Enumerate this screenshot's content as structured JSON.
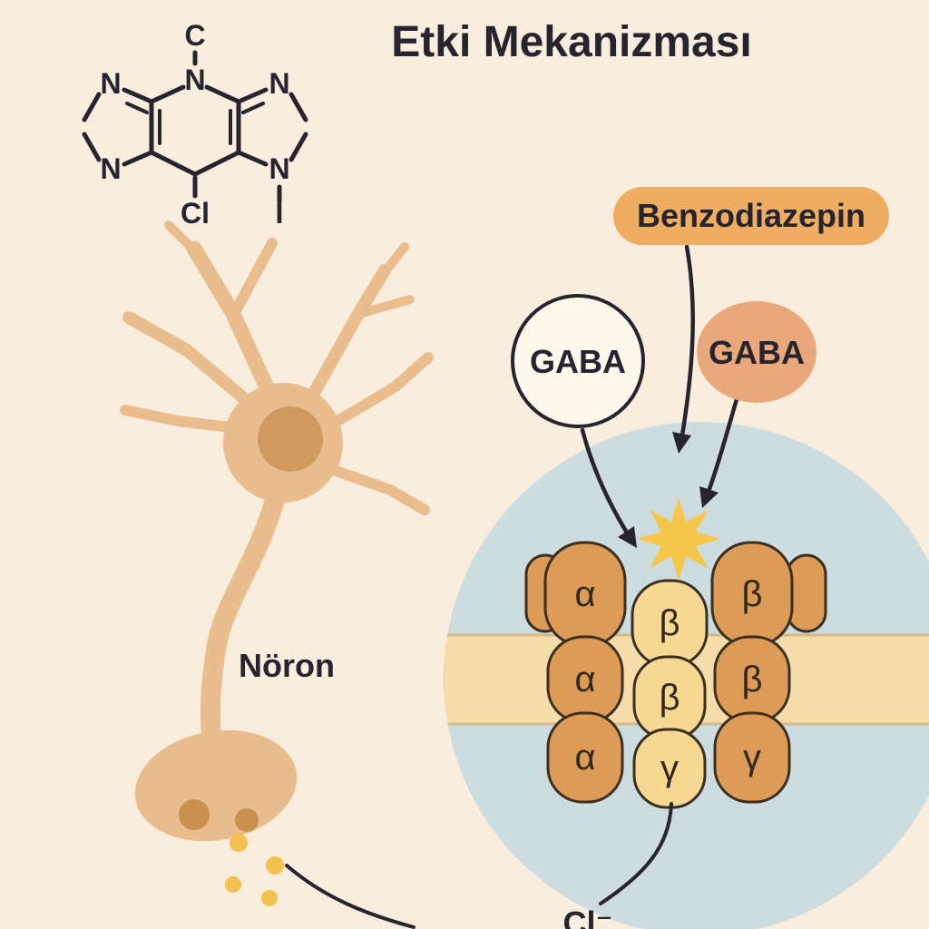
{
  "title": "Etki Mekanizması",
  "molecule": {
    "c": "C",
    "n_top": "N",
    "n_left_top": "N",
    "n_left_bottom": "N",
    "n_right_top": "N",
    "n_right_bottom": "N",
    "cl": "Cl",
    "iodine": "I"
  },
  "labels": {
    "neuron": "Nöron",
    "benzodiazepine": "Benzodiazepin",
    "gaba_free": "GABA",
    "gaba_bound": "GABA",
    "chloride": "Cl⁻"
  },
  "receptor": {
    "columns": [
      {
        "id": "alpha-column",
        "segments": [
          "α",
          "α",
          "α"
        ]
      },
      {
        "id": "beta-gamma-front-column",
        "segments": [
          "β",
          "β",
          "γ"
        ]
      },
      {
        "id": "beta-gamma-back-column",
        "segments": [
          "β",
          "β",
          "γ"
        ]
      }
    ]
  },
  "colors": {
    "background": "#f9edde",
    "ink": "#26242e",
    "neuron": "#e9bd8e",
    "nucleus": "#d09a5e",
    "vesicle": "#c9914f",
    "neurotransmitter_dot": "#f2c14e",
    "benzodiazepine_badge": "#efad62",
    "gaba_ellipse": "#e9a87c",
    "gaba_circle_fill": "#fdf7ec",
    "synapse_circle": "#cddcdf",
    "membrane": "#f5dcab",
    "membrane_edge": "#d9b983",
    "subunit_orange": "#dd9b58",
    "subunit_cream": "#f7d994",
    "subunit_outline": "#3b2f1f",
    "star": "#f6c64b"
  }
}
